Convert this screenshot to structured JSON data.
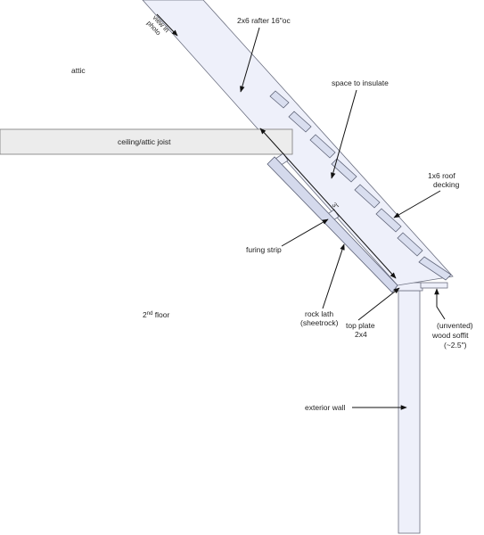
{
  "labels": {
    "view_line1": "view in",
    "view_line2": "photo",
    "rafter": "2x6 rafter 16\"oc",
    "attic": "attic",
    "space": "space to insulate",
    "joist": "ceiling/attic joist",
    "decking_line1": "1x6 roof",
    "decking_line2": "decking",
    "dim": "3\"",
    "furing": "furing strip",
    "floor_base": "2",
    "floor_sup": "nd",
    "floor_rest": " floor",
    "lath_line1": "rock lath",
    "lath_line2": "(sheetrock)",
    "plate_line1": "top plate",
    "plate_line2": "2x4",
    "soffit_line1": "(unvented)",
    "soffit_line2": "wood soffit",
    "soffit_line3": "(~2.5\")",
    "wall": "exterior wall"
  }
}
